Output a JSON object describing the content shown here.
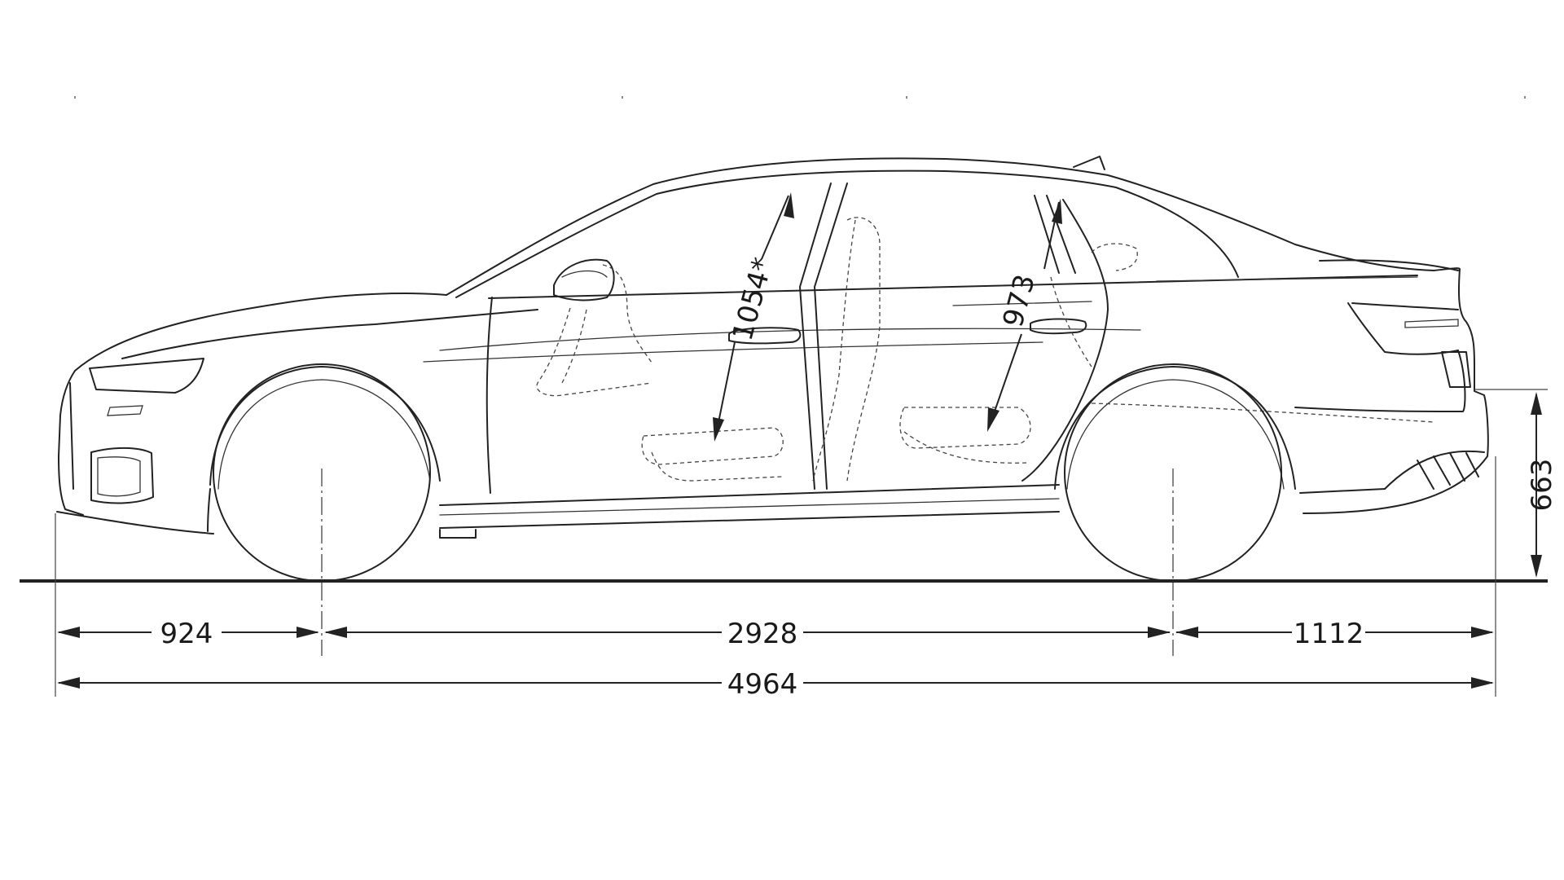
{
  "dimensions": {
    "front_overhang": "924",
    "wheelbase": "2928",
    "rear_overhang": "1112",
    "overall_length": "4964",
    "rear_height": "663",
    "front_headroom": "1054*",
    "rear_headroom": "973"
  },
  "colors": {
    "line": "#222222",
    "background": "#ffffff"
  }
}
